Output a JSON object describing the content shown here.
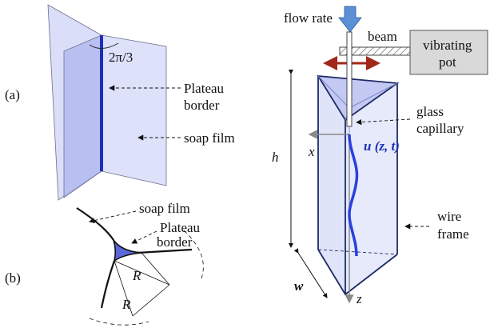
{
  "figure": {
    "panel_a": {
      "tag": "(a)",
      "angle_label": "2π/3",
      "plateau_border_line1": "Plateau",
      "plateau_border_line2": "border",
      "soap_film": "soap film"
    },
    "panel_b": {
      "tag": "(b)",
      "soap_film": "soap film",
      "plateau_border_line1": "Plateau",
      "plateau_border_line2": "border",
      "radius_label_1": "R",
      "radius_label_2": "R"
    },
    "panel_c": {
      "flow_rate": "flow rate",
      "beam": "beam",
      "pot_line1": "vibrating",
      "pot_line2": "pot",
      "capillary_line1": "glass",
      "capillary_line2": "capillary",
      "height_label": "h",
      "x_axis": "x",
      "z_axis": "z",
      "displacement_label": "u (z, t)",
      "width_label": "w",
      "frame_line1": "wire",
      "frame_line2": "frame"
    }
  },
  "colors": {
    "film": "#b8bff0",
    "plateau_border": "#1e2fb5",
    "flow_arrow": "#5b8fd6",
    "oscillation_arrow": "#a0281a",
    "pot": "#d9d9d9"
  }
}
